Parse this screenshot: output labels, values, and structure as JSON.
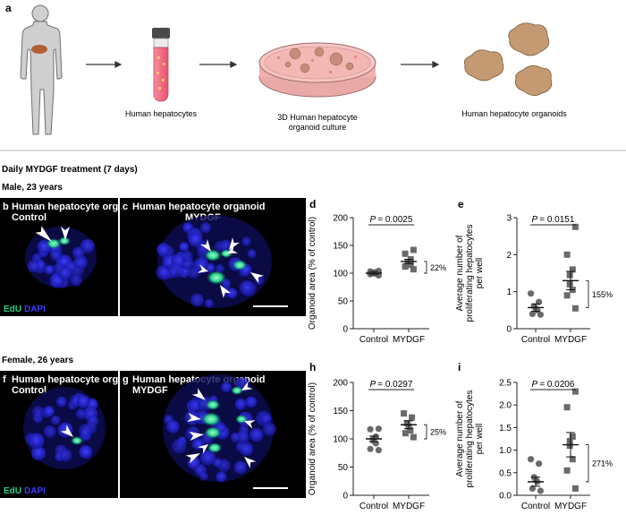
{
  "colors": {
    "edu_green": "#26d08a",
    "dapi_blue": "#2a2ad8",
    "marker_gray": "#6a6a6a",
    "tube_pink": "#f06f86",
    "dish_pink": "#f4b6b2",
    "organoid_tan": "#b98e66"
  },
  "panel_a": {
    "letter": "a",
    "step1": "Human hepatocytes",
    "step2_line1": "3D Human hepatocyte",
    "step2_line2": "organoid culture",
    "step3": "Human hepatocyte organoids"
  },
  "treatment_title": "Daily MYDGF treatment (7 days)",
  "male_label": "Male, 23 years",
  "female_label": "Female, 26 years",
  "images": {
    "b": {
      "letter": "b",
      "title1": "Human hepatocyte organoid",
      "title2": "Control"
    },
    "c": {
      "letter": "c",
      "title1": "Human hepatocyte organoid",
      "title2": "MYDGF"
    },
    "f": {
      "letter": "f",
      "title1": "Human hepatocyte organoid",
      "title2": "Control"
    },
    "g": {
      "letter": "g",
      "title1": "Human hepatocyte organoid",
      "title2": "MYDGF"
    },
    "stain_edu": "EdU",
    "stain_dapi": "DAPI"
  },
  "chart_data": [
    {
      "id": "d",
      "letter": "d",
      "type": "scatter",
      "ylabel": "Organoid area (% of control)",
      "ylim": [
        0,
        200
      ],
      "yticks": [
        "0",
        "50",
        "100",
        "150",
        "200"
      ],
      "categories": [
        "Control",
        "MYDGF"
      ],
      "series": [
        {
          "values": [
            96,
            98,
            99,
            100,
            101,
            102,
            103,
            104
          ]
        },
        {
          "values": [
            107,
            112,
            115,
            117,
            120,
            125,
            135,
            142
          ]
        }
      ],
      "means": [
        100,
        121
      ],
      "sem": [
        3,
        4
      ],
      "p_label": "P",
      "p_text": "= 0.0025",
      "pct": "22%"
    },
    {
      "id": "e",
      "letter": "e",
      "type": "scatter",
      "ylabel": [
        "Average number of",
        "proliferating hepatocytes",
        "per well"
      ],
      "ylim": [
        0,
        3
      ],
      "yticks": [
        "0",
        "1",
        "2",
        "3"
      ],
      "categories": [
        "Control",
        "MYDGF"
      ],
      "series": [
        {
          "values": [
            0.38,
            0.4,
            0.5,
            0.55,
            0.6,
            0.72,
            0.95
          ]
        },
        {
          "values": [
            0.55,
            0.9,
            1.05,
            1.2,
            1.45,
            1.6,
            2.0,
            2.75
          ]
        }
      ],
      "means": [
        0.57,
        1.3
      ],
      "sem": [
        0.1,
        0.25
      ],
      "p_label": "P",
      "p_text": "= 0.0151",
      "pct": "155%"
    },
    {
      "id": "h",
      "letter": "h",
      "type": "scatter",
      "ylabel": "Organoid area (% of control)",
      "ylim": [
        0,
        200
      ],
      "yticks": [
        "0",
        "50",
        "100",
        "150",
        "200"
      ],
      "categories": [
        "Control",
        "MYDGF"
      ],
      "series": [
        {
          "values": [
            80,
            82,
            92,
            97,
            100,
            104,
            117,
            118
          ]
        },
        {
          "values": [
            103,
            110,
            115,
            122,
            128,
            138,
            145
          ]
        }
      ],
      "means": [
        100,
        125
      ],
      "sem": [
        5,
        7
      ],
      "p_label": "P",
      "p_text": "= 0.0297",
      "pct": "25%"
    },
    {
      "id": "i",
      "letter": "i",
      "type": "scatter",
      "ylabel": [
        "Average number of",
        "proliferating hepatocytes",
        "per well"
      ],
      "ylim": [
        0,
        2.5
      ],
      "yticks": [
        "0.0",
        "0.5",
        "1.0",
        "1.5",
        "2.0",
        "2.5"
      ],
      "categories": [
        "Control",
        "MYDGF"
      ],
      "series": [
        {
          "values": [
            0.1,
            0.15,
            0.3,
            0.35,
            0.4,
            0.7,
            0.8
          ]
        },
        {
          "values": [
            0.15,
            0.55,
            0.8,
            1.1,
            1.2,
            1.3,
            1.95,
            2.3
          ]
        }
      ],
      "means": [
        0.3,
        1.12
      ],
      "sem": [
        0.1,
        0.27
      ],
      "p_label": "P",
      "p_text": "= 0.0206",
      "pct": "271%"
    }
  ]
}
